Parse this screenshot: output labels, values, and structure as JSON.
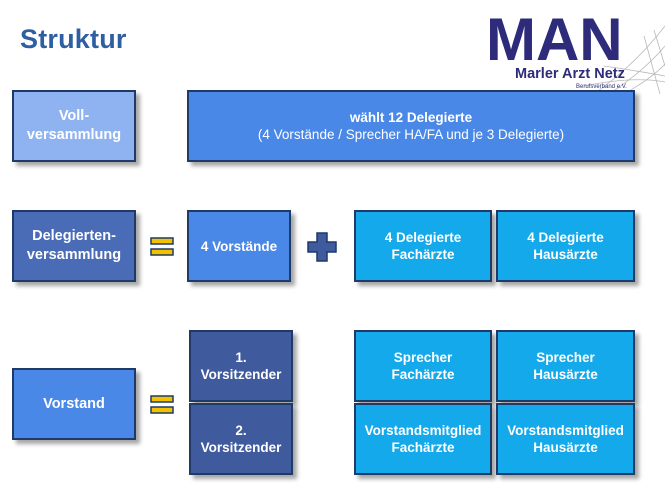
{
  "title": "Struktur",
  "logo": {
    "brand": "MAN",
    "name": "Marler Arzt Netz",
    "sub": "Berufsverband e.V."
  },
  "rows": {
    "voll": {
      "label_line1": "Voll-",
      "label_line2": "versammlung",
      "info_line1": "wählt 12 Delegierte",
      "info_line2": "(4 Vorstände / Sprecher HA/FA und je 3 Delegierte)"
    },
    "delegierten": {
      "label_line1": "Delegierten-",
      "label_line2": "versammlung",
      "vorstaende": "4 Vorstände",
      "fach_line1": "4 Delegierte",
      "fach_line2": "Fachärzte",
      "haus_line1": "4 Delegierte",
      "haus_line2": "Hausärzte"
    },
    "vorstand": {
      "label": "Vorstand",
      "vors1_line1": "1.",
      "vors1_line2": "Vorsitzender",
      "vors2_line1": "2.",
      "vors2_line2": "Vorsitzender",
      "sprecher_fach_line1": "Sprecher",
      "sprecher_fach_line2": "Fachärzte",
      "sprecher_haus_line1": "Sprecher",
      "sprecher_haus_line2": "Hausärzte",
      "vm_fach_line1": "Vorstandsmitglied",
      "vm_fach_line2": "Fachärzte",
      "vm_haus_line1": "Vorstandsmitglied",
      "vm_haus_line2": "Hausärzte"
    }
  },
  "colors": {
    "title": "#2e5fa3",
    "pale_box": "#8fb3f0",
    "mid_box": "#4a88e8",
    "dark_box": "#4a6bb5",
    "navy_box": "#3f5b9e",
    "cyan_box": "#14a9ea",
    "equals_icon": "#f2c200",
    "logo": "#2d2b7a"
  },
  "icons": {
    "equals": "equals-icon",
    "plus": "plus-icon"
  }
}
